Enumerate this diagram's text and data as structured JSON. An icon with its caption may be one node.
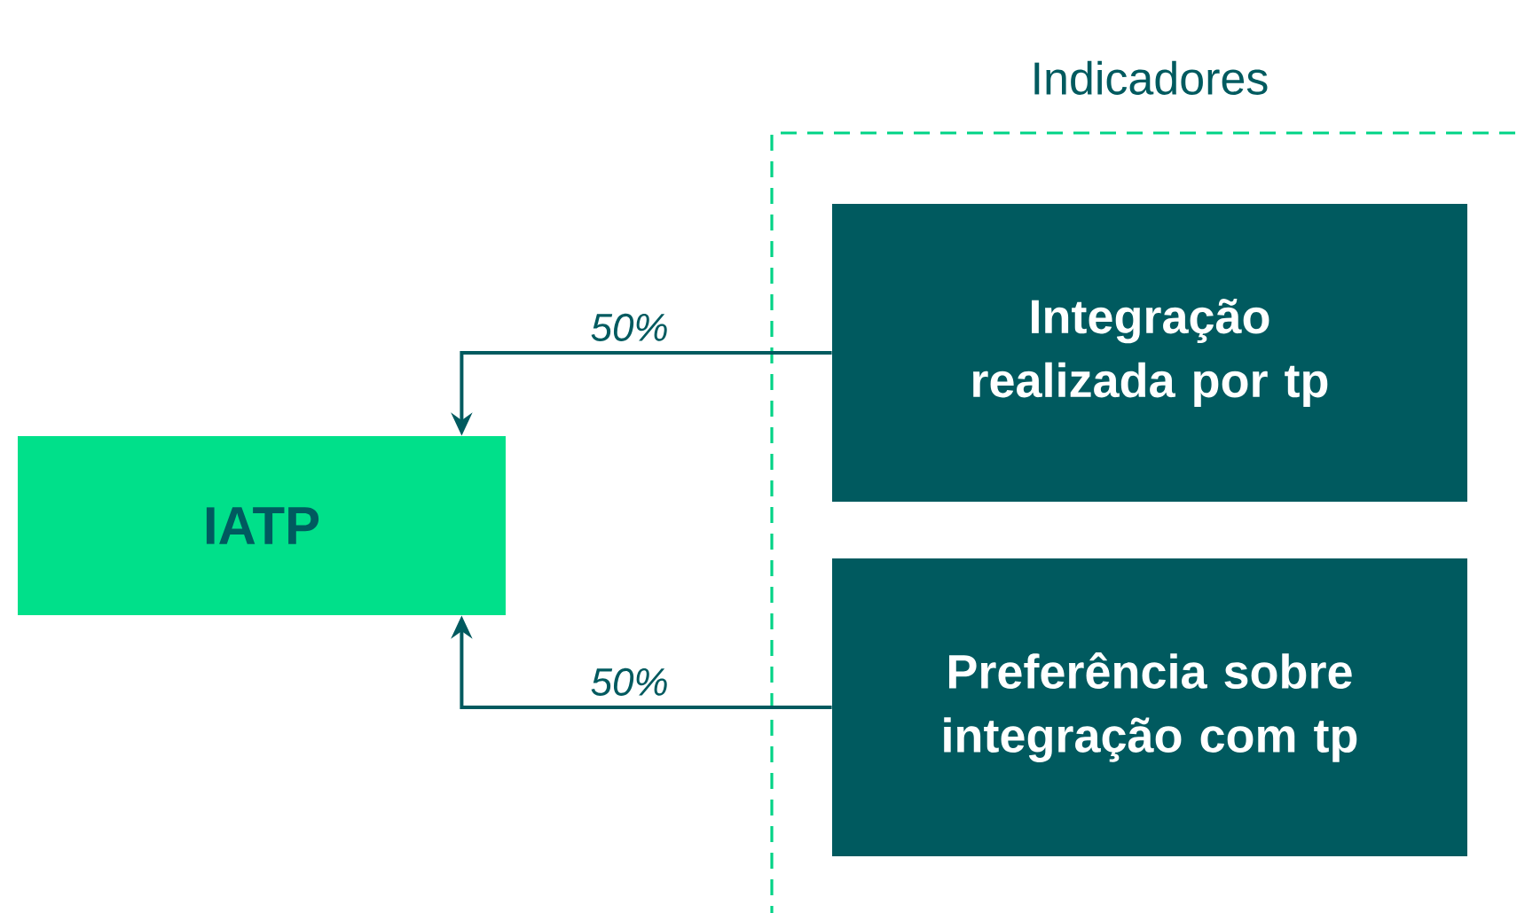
{
  "diagram": {
    "nodes": [
      {
        "text": [
          "Indicadores"
        ]
      },
      {
        "text": [
          "Integração realizada por tp"
        ],
        "in": 0
      },
      {
        "text": [
          "Preferência sobre integração com tp"
        ],
        "in": 0
      },
      {
        "text": [
          "IATP"
        ]
      }
    ],
    "edges": [
      {
        "from": 1,
        "to": 3,
        "label": "50%",
        "arrow": "to"
      },
      {
        "from": 2,
        "to": 3,
        "label": "50%",
        "arrow": "to"
      }
    ]
  }
}
